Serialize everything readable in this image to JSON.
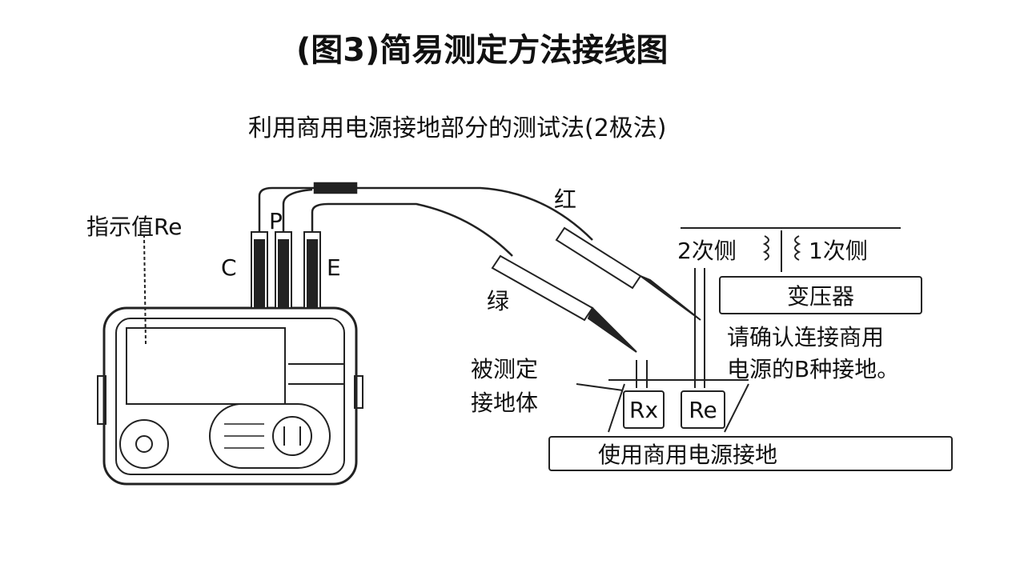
{
  "title": "(图3)简易测定方法接线图",
  "subtitle": "利用商用电源接地部分的测试法(2极法)",
  "labels": {
    "indicated_value": "指示值Re",
    "terminal_c": "C",
    "terminal_p": "P",
    "terminal_e": "E",
    "red": "红",
    "green": "绿",
    "secondary_side": "2次侧",
    "primary_side": "1次侧",
    "transformer": "变压器",
    "confirm_note_line1": "请确认连接商用",
    "confirm_note_line2": "电源的B种接地。",
    "measured_ground_line1": "被测定",
    "measured_ground_line2": "接地体",
    "rx": "Rx",
    "re": "Re",
    "commercial_ground": "使用商用电源接地"
  }
}
